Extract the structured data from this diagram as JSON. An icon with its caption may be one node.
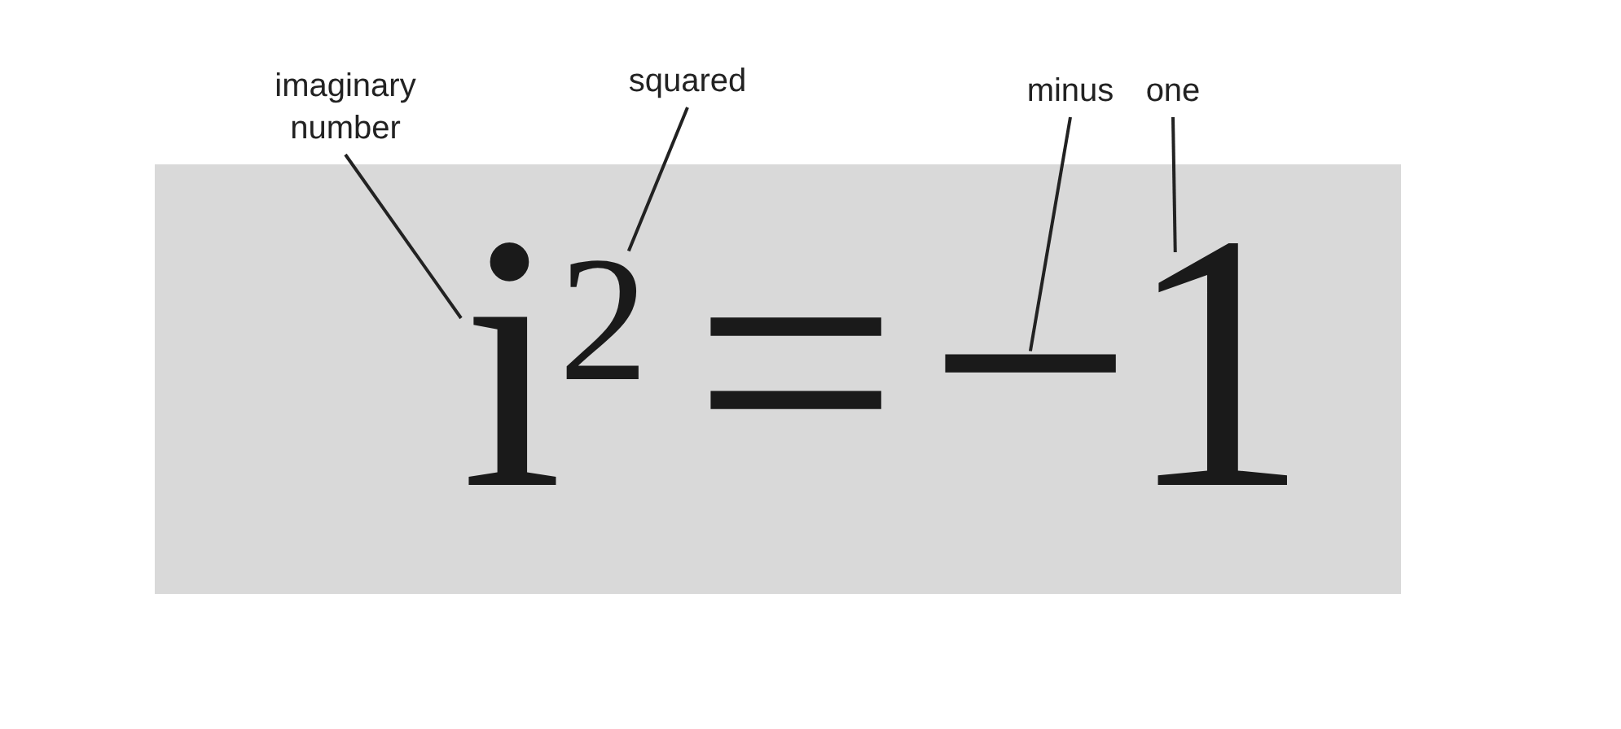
{
  "diagram": {
    "nodes": [
      {
        "text": [
          "imaginary number"
        ]
      },
      {
        "text": [
          "squared"
        ]
      },
      {
        "text": [
          "minus"
        ]
      },
      {
        "text": [
          "one"
        ]
      },
      {
        "text": [],
        "shape": "box"
      },
      {
        "text": [
          "i"
        ],
        "in": 4
      },
      {
        "text": [
          "2"
        ],
        "in": 4
      },
      {
        "text": [
          "−"
        ],
        "in": 4
      },
      {
        "text": [
          "1"
        ],
        "in": 4
      }
    ],
    "edges": [
      {
        "from": 0,
        "to": 5,
        "arrow": "none"
      },
      {
        "from": 1,
        "to": 6,
        "arrow": "none"
      },
      {
        "from": 2,
        "to": 7,
        "arrow": "none"
      },
      {
        "from": 3,
        "to": 8,
        "arrow": "none"
      }
    ],
    "labels": [
      "="
    ]
  }
}
